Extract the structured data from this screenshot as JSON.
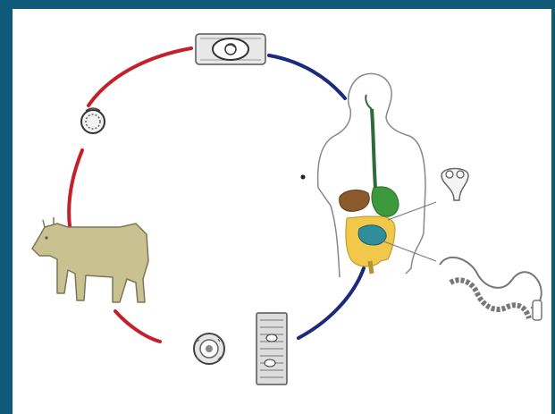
{
  "diagram": {
    "kind": "life-cycle",
    "colors": {
      "frame": "#0f5a78",
      "background": "#ffffff",
      "arc_animal_side": "#c3202b",
      "arc_human_side": "#1b2a7a",
      "cow": "#c9c290",
      "cow_outline": "#7b7657",
      "esophagus": "#2f6b3a",
      "stomach": "#3c9a3c",
      "liver": "#8b5a2b",
      "intestine": "#f2c84b",
      "small_intestine_worms": "#2f8d9c",
      "body_outline": "#777777"
    },
    "stages": [
      {
        "id": "gravid-proglottid-in-feces",
        "icon": "proglottid-strip-icon"
      },
      {
        "id": "egg-in-feces",
        "icon": "egg-icon"
      },
      {
        "id": "cysticercus-in-cattle",
        "icon": "cow-icon"
      },
      {
        "id": "oncosphere",
        "icon": "oncosphere-icon"
      },
      {
        "id": "infected-meat",
        "icon": "muscle-tissue-icon"
      },
      {
        "id": "human-host",
        "icon": "human-torso-icon"
      },
      {
        "id": "scolex",
        "icon": "scolex-icon"
      },
      {
        "id": "adult-tapeworm",
        "icon": "tapeworm-icon"
      }
    ]
  }
}
